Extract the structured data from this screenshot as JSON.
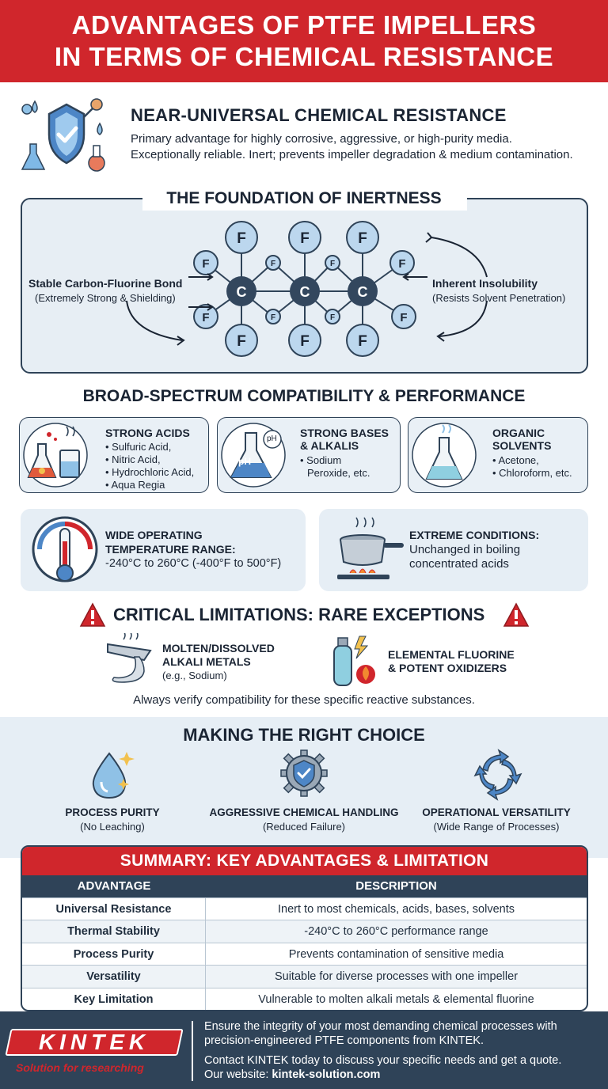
{
  "header": {
    "line1": "ADVANTAGES OF PTFE IMPELLERS",
    "line2": "IN TERMS OF CHEMICAL RESISTANCE"
  },
  "intro": {
    "title": "NEAR-UNIVERSAL CHEMICAL RESISTANCE",
    "line1": "Primary advantage for highly corrosive, aggressive, or high-purity media.",
    "line2": "Exceptionally reliable. Inert; prevents impeller degradation & medium contamination."
  },
  "foundation": {
    "title": "THE FOUNDATION OF INERTNESS",
    "left_bold": "Stable Carbon-Fluorine Bond",
    "left_sub": "(Extremely Strong & Shielding)",
    "right_bold": "Inherent Insolubility",
    "right_sub": "(Resists Solvent Penetration)",
    "atom_c": "C",
    "atom_f": "F"
  },
  "compat": {
    "title": "BROAD-SPECTRUM COMPATIBILITY & PERFORMANCE",
    "acids": {
      "title": "STRONG ACIDS",
      "items": [
        "• Sulfuric Acid,",
        "• Nitric Acid,",
        "• Hydrochloric Acid,",
        "• Aqua Regia"
      ]
    },
    "bases": {
      "title_l1": "STRONG BASES",
      "title_l2": "& ALKALIS",
      "items": [
        "• Sodium",
        "Peroxide, etc."
      ],
      "ph": "pH"
    },
    "solvents": {
      "title_l1": "ORGANIC",
      "title_l2": "SOLVENTS",
      "items": [
        "• Acetone,",
        "• Chloroform, etc."
      ]
    },
    "temp": {
      "title_l1": "WIDE OPERATING",
      "title_l2": "TEMPERATURE RANGE:",
      "value": "-240°C to 260°C (-400°F to 500°F)"
    },
    "extreme": {
      "title": "EXTREME CONDITIONS:",
      "line1": "Unchanged in boiling",
      "line2": "concentrated acids"
    }
  },
  "limits": {
    "title": "CRITICAL LIMITATIONS: RARE EXCEPTIONS",
    "item1_l1": "MOLTEN/DISSOLVED",
    "item1_l2": "ALKALI METALS",
    "item1_sub": "(e.g., Sodium)",
    "item2_l1": "ELEMENTAL FLUORINE",
    "item2_l2": "& POTENT OXIDIZERS",
    "note": "Always verify compatibility for these specific reactive substances."
  },
  "choice": {
    "title": "MAKING THE RIGHT CHOICE",
    "items": [
      {
        "label": "PROCESS PURITY",
        "sub": "(No Leaching)"
      },
      {
        "label": "AGGRESSIVE CHEMICAL HANDLING",
        "sub": "(Reduced Failure)"
      },
      {
        "label": "OPERATIONAL VERSATILITY",
        "sub": "(Wide Range of Processes)"
      }
    ]
  },
  "summary": {
    "title": "SUMMARY: KEY ADVANTAGES & LIMITATION",
    "col1": "ADVANTAGE",
    "col2": "DESCRIPTION",
    "rows": [
      {
        "a": "Universal Resistance",
        "d": "Inert to most chemicals, acids, bases, solvents"
      },
      {
        "a": "Thermal Stability",
        "d": "-240°C to 260°C performance range"
      },
      {
        "a": "Process Purity",
        "d": "Prevents contamination of sensitive media"
      },
      {
        "a": "Versatility",
        "d": "Suitable for diverse processes with one impeller"
      },
      {
        "a": "Key Limitation",
        "d": "Vulnerable to molten alkali metals & elemental fluorine"
      }
    ]
  },
  "footer": {
    "brand": "KINTEK",
    "tagline": "Solution for researching",
    "line1": "Ensure the integrity of your most demanding chemical processes with",
    "line2": "precision-engineered PTFE components from KINTEK.",
    "line3": "Contact KINTEK today to discuss your specific needs and get a quote.",
    "website_label": "Our website: ",
    "website": "kintek-solution.com"
  },
  "colors": {
    "brand_red": "#d0262c",
    "navy": "#2f4358",
    "light_blue": "#e6eef5",
    "atom_blue": "#bcd7ee"
  }
}
